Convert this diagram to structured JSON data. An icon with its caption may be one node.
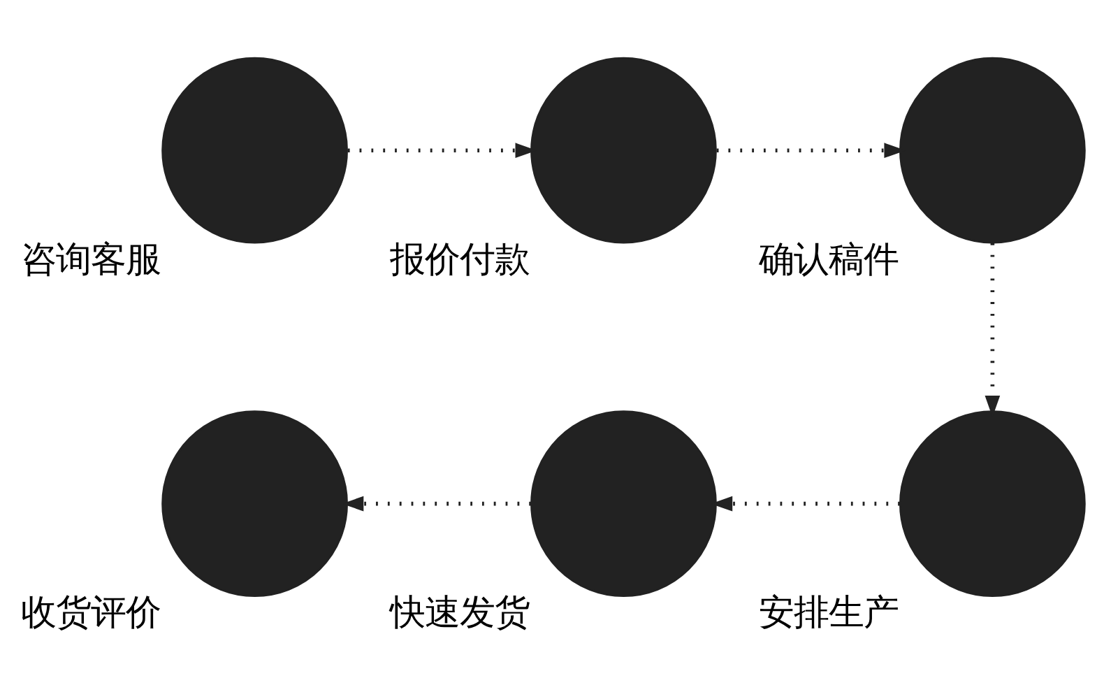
{
  "diagram": {
    "nodes": [
      {
        "text": [
          "咨询客服"
        ]
      },
      {
        "text": [
          "报价付款"
        ]
      },
      {
        "text": [
          "确认稿件"
        ]
      },
      {
        "text": [
          "安排生产"
        ]
      },
      {
        "text": [
          "快速发货"
        ]
      },
      {
        "text": [
          "收货评价"
        ]
      }
    ],
    "edges": [
      {
        "from": 0,
        "to": 1,
        "arrow": "to",
        "style": "dashed"
      },
      {
        "from": 1,
        "to": 2,
        "arrow": "to",
        "style": "dashed"
      },
      {
        "from": 2,
        "to": 3,
        "arrow": "to",
        "style": "dashed"
      },
      {
        "from": 3,
        "to": 4,
        "arrow": "to",
        "style": "dashed"
      },
      {
        "from": 4,
        "to": 5,
        "arrow": "to",
        "style": "dashed"
      }
    ]
  }
}
